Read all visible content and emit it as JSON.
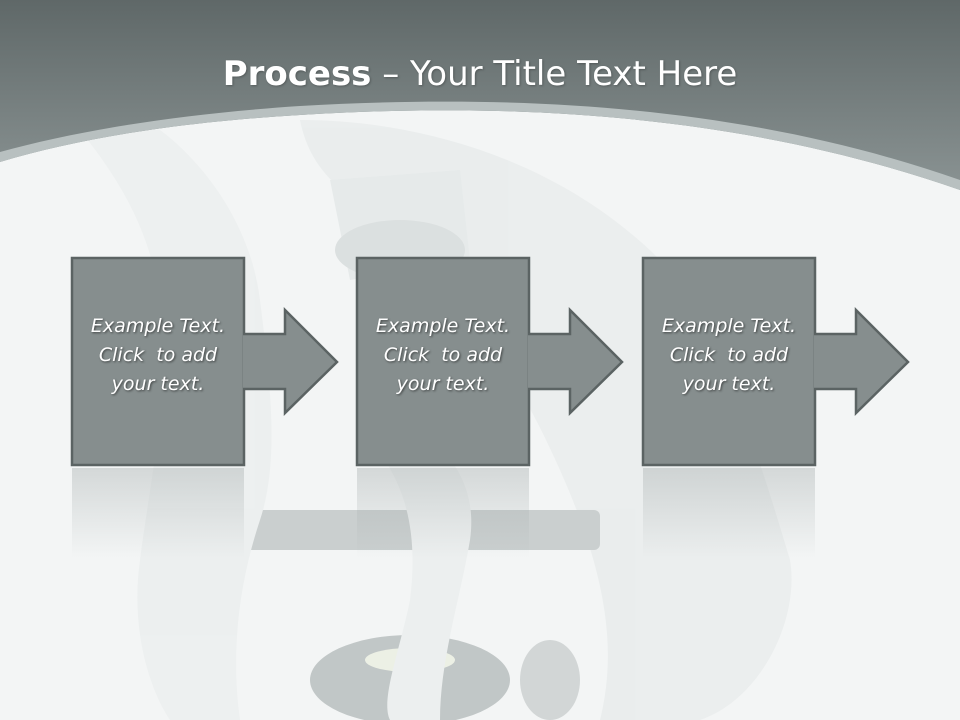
{
  "slide": {
    "title_bold": "Process",
    "title_rest": " – Your Title Text Here"
  },
  "steps": [
    {
      "line1": "Example Text.",
      "line2": "Click  to add",
      "line3": "your text."
    },
    {
      "line1": "Example Text.",
      "line2": "Click  to add",
      "line3": "your text."
    },
    {
      "line1": "Example Text.",
      "line2": "Click  to add",
      "line3": "your text."
    }
  ],
  "colors": {
    "header": "#6e7777",
    "box_fill": "#868e8e",
    "box_stroke": "#5b6363",
    "background": "#f3f5f5"
  }
}
